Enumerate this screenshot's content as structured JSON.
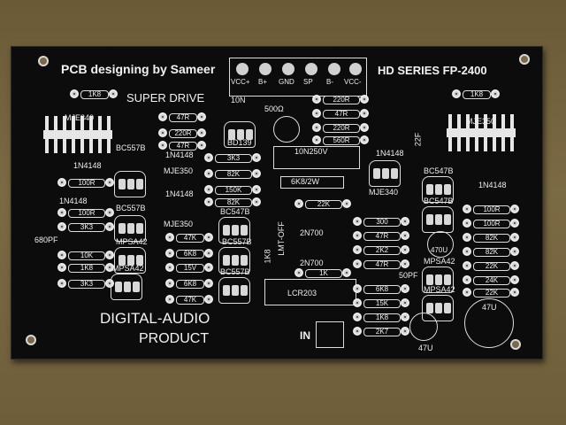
{
  "board": {
    "header_left": "PCB designing by Sameer",
    "header_right": "HD SERIES  FP-2400",
    "title": "SUPER DRIVE",
    "footer_line1": "DIGITAL-AUDIO",
    "footer_line2": "PRODUCT",
    "input_label": "IN",
    "connector_labels": [
      "VCC+",
      "B+",
      "GND",
      "SP",
      "B-",
      "VCC-"
    ]
  },
  "colors": {
    "board": "#0c0c0c",
    "silkscreen": "#f2f2f2",
    "pads": "#d0d0d0",
    "background": "#6e5e3a"
  },
  "components": {
    "left": {
      "r_1k8_top": "1K8",
      "mje340": "MJE340",
      "d_1n4148_a": "1N4148",
      "r_100r": "100R",
      "d_1n4148_b": "1N4148",
      "r_100r_b": "100R",
      "r_3k3": "3K3",
      "c_680pf": "680PF",
      "r_10k": "10K",
      "r_1k8": "1K8",
      "r_3k3_b": "3K3",
      "bc557b_a": "BC557B",
      "bc557b_b": "BC557B",
      "mpsa42_a": "MPSA42",
      "mpsa42_b": "MPSA42"
    },
    "center": {
      "r_47r_a": "47R",
      "r_220r": "220R",
      "r_47r_b": "47R",
      "d_1n4148_c": "1N4148",
      "mje350": "MJE350",
      "d_1n4148_d": "1N4148",
      "mje350_b": "MJE350",
      "r_47k": "47K",
      "r_6k8": "6K8",
      "d_15v": "15V",
      "r_6k8_b": "6K8",
      "r_47k_b": "47K",
      "r_10n": "10N",
      "bd139": "BD139",
      "r_3k3": "3K3",
      "r_82k": "82K",
      "r_150k": "150K",
      "r_82k_b": "82K",
      "bc547b": "BC547B",
      "bc557b_c": "BC557B",
      "bc557b_d": "BC557B",
      "r_1k8_v": "1K8",
      "lmt_off": "LMT-OFF",
      "pot_500": "500Ω",
      "c_10n250v": "10N250V",
      "r_6k8_2w": "6K8/2W",
      "r_22k": "22K",
      "t_2n700_a": "2N700",
      "t_2n700_b": "2N700",
      "r_1k": "1K",
      "lcr203": "LCR203"
    },
    "right_center": {
      "r_220r": "220R",
      "r_47r": "47R",
      "r_220r_b": "220R",
      "r_560r": "560R",
      "d_1n4148": "1N4148",
      "mje340": "MJE340",
      "r_300": "300",
      "r_47r_b": "47R",
      "r_2k2": "2K2",
      "r_47r_c": "47R",
      "c_50pf": "50PF",
      "r_6k8": "6K8",
      "r_15k": "15K",
      "r_1k8": "1K8",
      "r_2k7": "2K7"
    },
    "right": {
      "r_1k8_top": "1K8",
      "c_22f": "22F",
      "mje350": "MJE350",
      "bc547b_a": "BC547B",
      "bc547b_b": "BC547B",
      "d_1n4148": "1N4148",
      "r_100r_a": "100R",
      "r_100r_b": "100R",
      "r_82k_a": "82K",
      "r_82k_b": "82K",
      "r_22k_a": "22K",
      "r_24k": "24K",
      "r_22k_b": "22K",
      "c_470u": "470U",
      "mpsa42_a": "MPSA42",
      "mpsa42_b": "MPSA42",
      "c_47u_a": "47U",
      "c_47u_b": "47U"
    }
  }
}
